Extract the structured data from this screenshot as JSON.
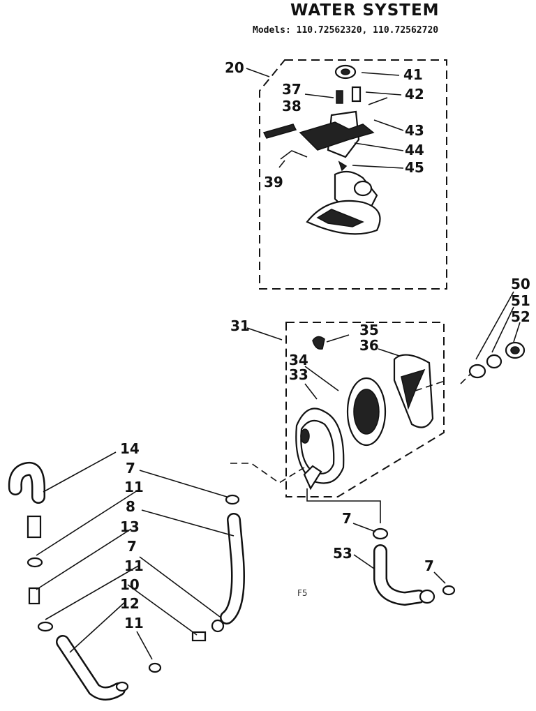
{
  "title": "WATER SYSTEM",
  "models": "Models:  110.72562320, 110.72562720",
  "page_code": "F5",
  "callouts": [
    {
      "id": "c20",
      "text": "20"
    },
    {
      "id": "c41",
      "text": "41"
    },
    {
      "id": "c37",
      "text": "37"
    },
    {
      "id": "c42",
      "text": "42"
    },
    {
      "id": "c38",
      "text": "38"
    },
    {
      "id": "c43",
      "text": "43"
    },
    {
      "id": "c44",
      "text": "44"
    },
    {
      "id": "c45",
      "text": "45"
    },
    {
      "id": "c39",
      "text": "39"
    },
    {
      "id": "c50",
      "text": "50"
    },
    {
      "id": "c51",
      "text": "51"
    },
    {
      "id": "c52",
      "text": "52"
    },
    {
      "id": "c31",
      "text": "31"
    },
    {
      "id": "c35",
      "text": "35"
    },
    {
      "id": "c36",
      "text": "36"
    },
    {
      "id": "c34",
      "text": "34"
    },
    {
      "id": "c33",
      "text": "33"
    },
    {
      "id": "c14",
      "text": "14"
    },
    {
      "id": "c7a",
      "text": "7"
    },
    {
      "id": "c11a",
      "text": "11"
    },
    {
      "id": "c8",
      "text": "8"
    },
    {
      "id": "c13",
      "text": "13"
    },
    {
      "id": "c7b",
      "text": "7"
    },
    {
      "id": "c11b",
      "text": "11"
    },
    {
      "id": "c10",
      "text": "10"
    },
    {
      "id": "c12",
      "text": "12"
    },
    {
      "id": "c11c",
      "text": "11"
    },
    {
      "id": "c7c",
      "text": "7"
    },
    {
      "id": "c53",
      "text": "53"
    },
    {
      "id": "c7d",
      "text": "7"
    }
  ]
}
